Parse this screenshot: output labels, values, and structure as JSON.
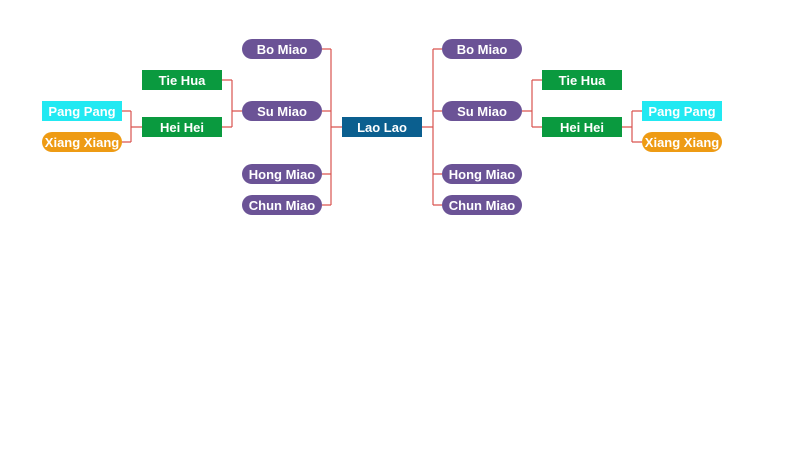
{
  "colors": {
    "root": "#0b5f8f",
    "purple": "#6b5396",
    "green": "#0a9a3f",
    "cyan": "#22e9f2",
    "orange": "#ee9b14",
    "link": "#d9534f"
  },
  "root": {
    "label": "Lao Lao"
  },
  "left": {
    "children": [
      {
        "label": "Bo Miao"
      },
      {
        "label": "Su Miao"
      },
      {
        "label": "Hong Miao"
      },
      {
        "label": "Chun Miao"
      }
    ],
    "grandchildren": [
      {
        "label": "Tie Hua"
      },
      {
        "label": "Hei Hei"
      }
    ],
    "great_grandchildren": [
      {
        "label": "Pang Pang"
      },
      {
        "label": "Xiang Xiang"
      }
    ]
  },
  "right": {
    "children": [
      {
        "label": "Bo Miao"
      },
      {
        "label": "Su Miao"
      },
      {
        "label": "Hong Miao"
      },
      {
        "label": "Chun Miao"
      }
    ],
    "grandchildren": [
      {
        "label": "Tie Hua"
      },
      {
        "label": "Hei Hei"
      }
    ],
    "great_grandchildren": [
      {
        "label": "Pang Pang"
      },
      {
        "label": "Xiang Xiang"
      }
    ]
  }
}
